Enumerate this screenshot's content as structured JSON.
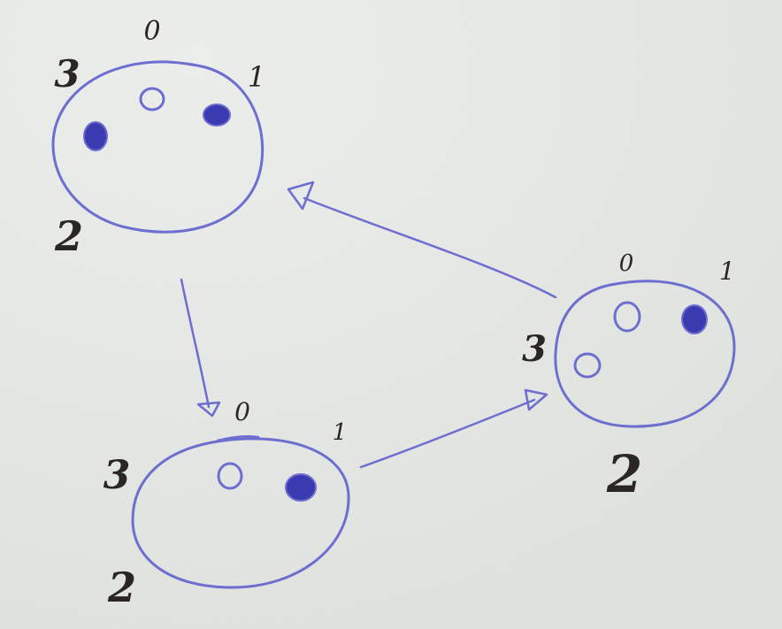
{
  "colors": {
    "paper": "#e6e9e5",
    "ink_blue": "#6d6ed0",
    "ink_dark": "#2a2624",
    "dot_fill": "#3b3ab0"
  },
  "diagram": {
    "states": [
      {
        "id": "state-top-left",
        "labels": {
          "top": "0",
          "right": "1",
          "bottom": "2",
          "left": "3"
        },
        "filled": {
          "top": false,
          "right": true,
          "left": true
        }
      },
      {
        "id": "state-bottom",
        "labels": {
          "top": "0",
          "right": "1",
          "bottom": "2",
          "left": "3"
        },
        "filled": {
          "top": false,
          "right": true
        }
      },
      {
        "id": "state-right",
        "labels": {
          "top": "0",
          "right": "1",
          "bottom": "2",
          "left": "3"
        },
        "filled": {
          "top": false,
          "right": true,
          "left": false
        }
      }
    ],
    "arrows": [
      {
        "from": "state-top-left",
        "to": "state-bottom"
      },
      {
        "from": "state-bottom",
        "to": "state-right"
      },
      {
        "from": "state-right",
        "to": "state-top-left"
      }
    ]
  }
}
